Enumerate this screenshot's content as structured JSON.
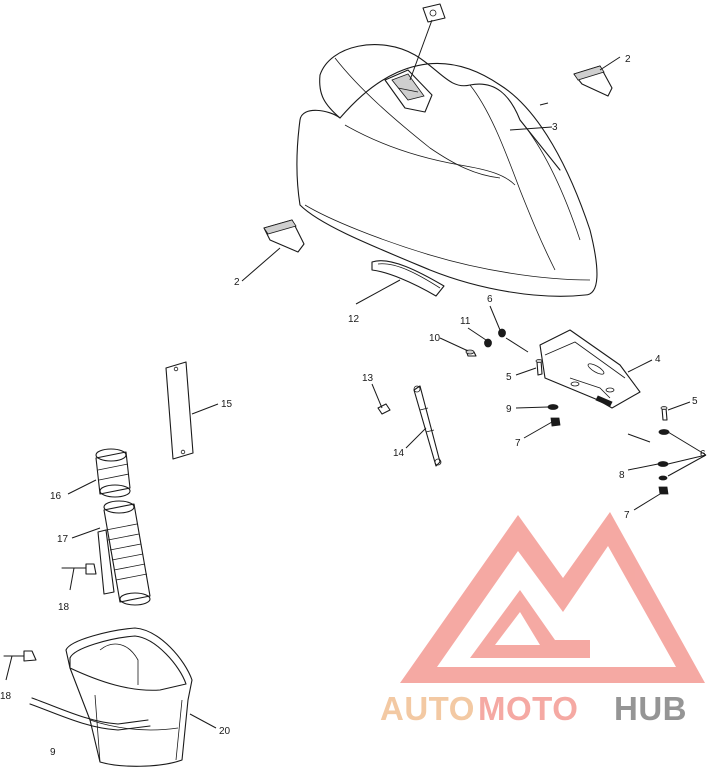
{
  "callouts": {
    "c2_right": "2",
    "c2_left": "2",
    "c3": "3",
    "c4": "4",
    "c5_left": "5",
    "c5_right": "5",
    "c6_top": "6",
    "c6_right": "6",
    "c7_left": "7",
    "c7_right": "7",
    "c8": "8",
    "c9_mid": "9",
    "c9_bottom": "9",
    "c10": "10",
    "c11": "11",
    "c12": "12",
    "c13": "13",
    "c14": "14",
    "c15": "15",
    "c16": "16",
    "c17": "17",
    "c18_upper": "18",
    "c18_lower": "18",
    "c20": "20"
  },
  "watermark": {
    "part1": "AUTO",
    "part2": "MOTO",
    "part3": "HUB",
    "color_auto": "#f2c49a",
    "color_moto": "#f4a09a",
    "color_hub": "#8a8a8a",
    "logo_color": "#f4a09a"
  }
}
